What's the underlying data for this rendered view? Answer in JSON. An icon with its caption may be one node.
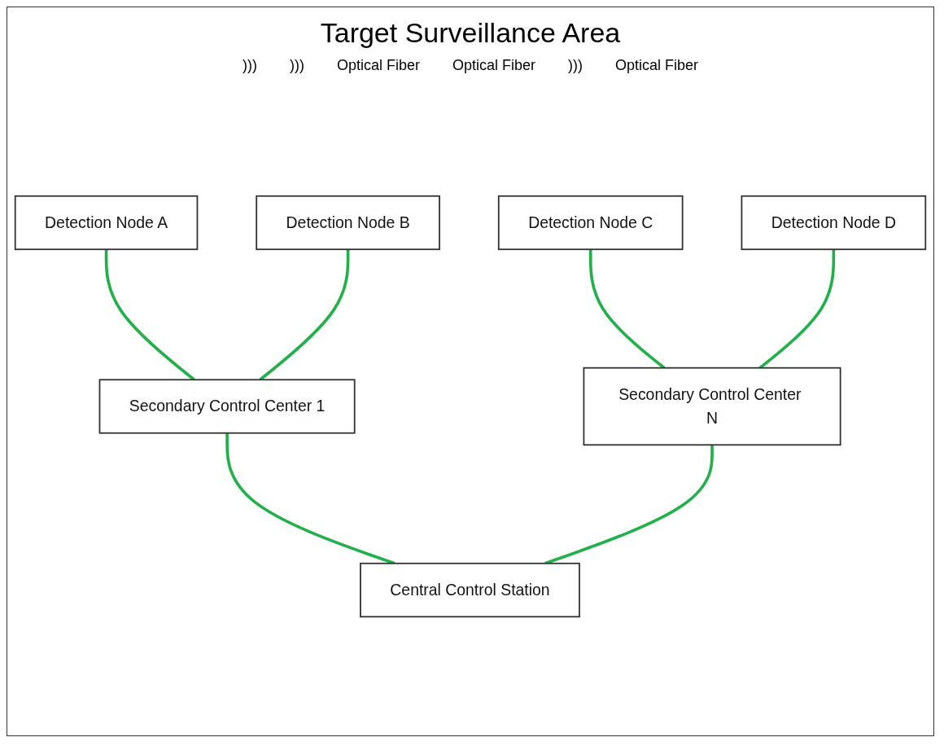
{
  "diagram": {
    "title": "Target Surveillance Area",
    "nodes": [
      {
        "text": [
          "Detection Node A"
        ]
      },
      {
        "text": [
          "Detection Node B"
        ]
      },
      {
        "text": [
          "Detection Node C"
        ]
      },
      {
        "text": [
          "Detection Node D"
        ]
      },
      {
        "text": [
          "Secondary Control Center 1"
        ]
      },
      {
        "text": [
          "Secondary Control Center N"
        ]
      },
      {
        "text": [
          "Central Control Station"
        ]
      }
    ],
    "edges": [
      {
        "from": 0,
        "to": 4,
        "arrow": "none"
      },
      {
        "from": 1,
        "to": 4,
        "arrow": "none"
      },
      {
        "from": 2,
        "to": 5,
        "arrow": "none"
      },
      {
        "from": 3,
        "to": 5,
        "arrow": "none"
      },
      {
        "from": 4,
        "to": 6,
        "arrow": "none"
      },
      {
        "from": 5,
        "to": 6,
        "arrow": "none"
      }
    ],
    "labels": [
      ")))",
      ")))",
      "Optical Fiber",
      "Optical Fiber",
      ")))",
      "Optical Fiber"
    ]
  }
}
